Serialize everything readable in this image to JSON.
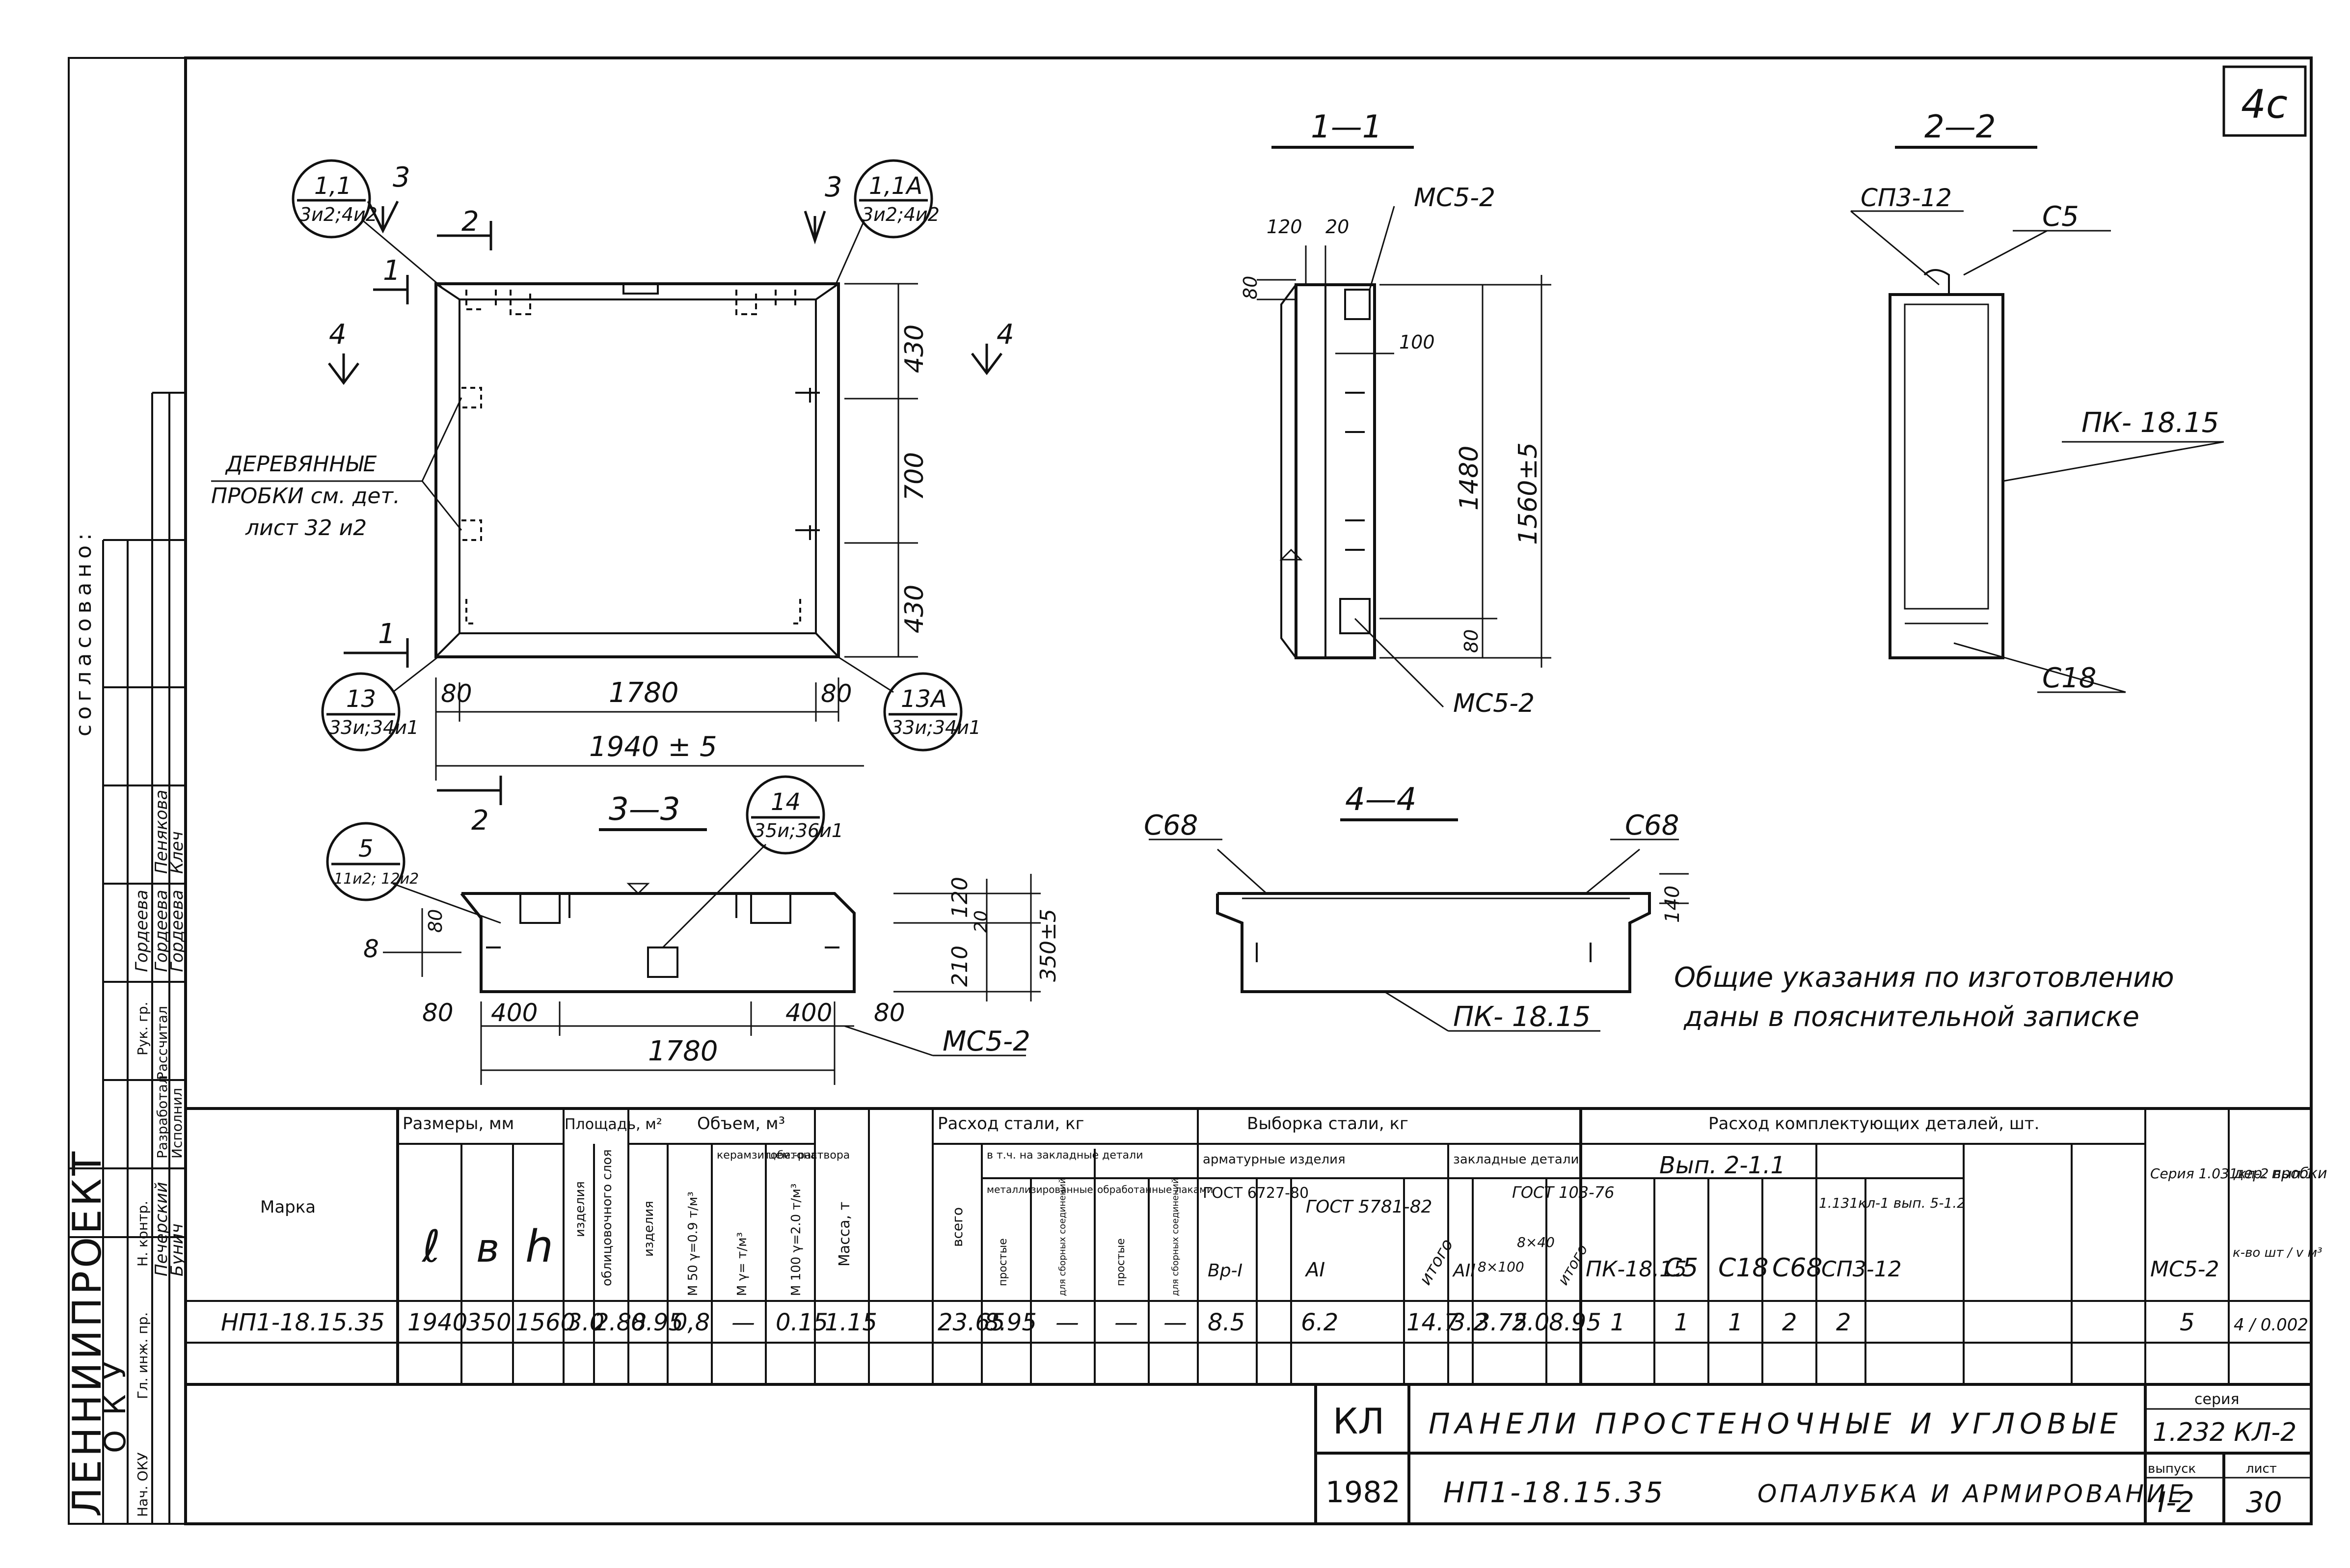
{
  "sheet_mark": "4с",
  "sections": {
    "s11": "1—1",
    "s22": "2—2",
    "s33": "3—3",
    "s44": "4—4"
  },
  "callouts": {
    "c11": {
      "top": "1,1",
      "bottom": "3и2;4и2"
    },
    "c11a": {
      "top": "1,1А",
      "bottom": "3и2;4и2"
    },
    "c13": {
      "top": "13",
      "bottom": "33и;34и1"
    },
    "c13a": {
      "top": "13А",
      "bottom": "33и;34и1"
    },
    "c5": {
      "top": "5",
      "bottom": "11и2; 12и2"
    },
    "c14": {
      "top": "14",
      "bottom": "35и;36и1"
    }
  },
  "section_marks": {
    "m1": "1",
    "m2": "2",
    "m3": "3",
    "m4": "4"
  },
  "plan_dims": {
    "d80l": "80",
    "d1780": "1780",
    "d80r": "80",
    "d1940": "1940 ± 5",
    "d430a": "430",
    "d700": "700",
    "d430b": "430"
  },
  "plan_note": {
    "line1": "ДЕРЕВЯННЫЕ",
    "line2": "ПРОБКИ см. дет.",
    "line3": "лист 32 и2"
  },
  "s11_labels": {
    "mc_top": "МС5-2",
    "mc_bot": "МС5-2",
    "d120": "120",
    "d20": "20",
    "d80a": "80",
    "d100": "100",
    "d1480": "1480",
    "d1560": "1560±5",
    "d80b": "80"
  },
  "s22_labels": {
    "sp3": "СП3-12",
    "c5": "С5",
    "pk": "ПК- 18.15",
    "c18": "С18"
  },
  "s33_labels": {
    "d8": "8",
    "d80a": "80",
    "d400a": "400",
    "d1780": "1780",
    "d400b": "400",
    "d80b": "80",
    "mc": "МС5-2",
    "d120": "120",
    "d20": "20",
    "d210": "210",
    "d350": "350±5",
    "d80v": "80"
  },
  "s44_labels": {
    "c68l": "С68",
    "c68r": "С68",
    "pk": "ПК- 18.15",
    "d140": "140"
  },
  "general_note": {
    "line1": "Общие указания по изготовлению",
    "line2": "даны в пояснительной записке"
  },
  "stamp_left": {
    "org": "ЛЕННИИПРОЕКТ",
    "dept": "ОКУ",
    "roles": [
      "Нач. ОКУ",
      "Гл. инж. пр.",
      "Н. контр.",
      "Рук. гр.",
      "Разработал",
      "Рассчитал",
      "Исполнил"
    ],
    "names": [
      "Печерский",
      "Бунич",
      "Гордеева",
      "Гордеева",
      "Гордеева",
      "Пенякова",
      "Клеч"
    ],
    "approve": "согласовано:"
  },
  "table": {
    "col_headers": {
      "marka": "Марка",
      "sizes": "Размеры, мм",
      "l": "ℓ",
      "b": "в",
      "h": "h",
      "area": "Площадь, м²",
      "area_item": "изделия",
      "area_face": "облицовочного слоя",
      "volume": "Объем, м³",
      "vol_item": "изделия",
      "vol_keram": "керамзитобетона",
      "vol_keram_a": "М 50 γ=0.9 т/м³",
      "vol_keram_b": "М γ= т/м³",
      "vol_cem": "цем.-раствора",
      "vol_cem_a": "М 100 γ=2.0 т/м³",
      "mass": "Масса, т",
      "steel": "Расход стали, кг",
      "steel_total": "всего",
      "steel_incl": "в т.ч. на закладные детали",
      "steel_metal": "металлизированные",
      "steel_metal_a": "простые",
      "steel_metal_b": "для сборных соединений",
      "steel_prot": "обработанные лаками",
      "steel_prot_a": "простые",
      "steel_prot_b": "для сборных соединений",
      "sample": "Выборка стали, кг",
      "arm": "арматурные изделия",
      "gost6727": "ГОСТ 6727-80",
      "vp1": "Вр-I",
      "gost5781": "ГОСТ 5781-82",
      "a1": "АI",
      "itogo1": "итого",
      "zakl": "закладные детали",
      "gost103": "ГОСТ 103-76",
      "a2": "АII",
      "b8x100": "8×100",
      "b8x40": "8×40",
      "itogo2": "итого",
      "compl": "Расход комплектующих деталей, шт.",
      "vyp": "Вып. 2-1.1",
      "pk": "ПК-18.15",
      "c5": "С5",
      "c18": "С18",
      "c68": "С68",
      "ser1": "1.131кл-1 вып. 5-1.2",
      "sp3": "СП3-12",
      "ser2": "Серия 1.031кл-2 вып.1",
      "mc": "МС5-2",
      "der": "дер. пробки",
      "der_unit": "к-во шт / v м³"
    },
    "row": {
      "marka": "НП1-18.15.35",
      "l": "1940",
      "b": "350",
      "h": "1560",
      "area_item": "3.0",
      "area_face": "2.88",
      "vol_item": "0.95",
      "vol_keram_a": "0,8",
      "vol_keram_b": "—",
      "vol_cem_a": "0.15",
      "mass": "1.15",
      "steel_total": "23.65",
      "steel_metal_a": "8.95",
      "steel_metal_b": "—",
      "steel_prot_a": "—",
      "steel_prot_b": "—",
      "vp1": "8.5",
      "a1": "6.2",
      "itogo1": "14.7",
      "a2": "3.2",
      "b8x100": "3.75",
      "b8x40": "2.0",
      "itogo2": "8.95",
      "pk": "1",
      "c5": "1",
      "c18": "1",
      "c68": "2",
      "sp3": "2",
      "mc": "5",
      "der": "4 / 0.002"
    }
  },
  "title_block": {
    "kl": "КЛ",
    "title": "ПАНЕЛИ ПРОСТЕНОЧНЫЕ И УГЛОВЫЕ",
    "series_label": "серия",
    "series": "1.232 КЛ-2",
    "year": "1982",
    "mark": "НП1-18.15.35",
    "subtitle": "ОПАЛУБКА И АРМИРОВАНИЕ",
    "issue_label": "выпуск",
    "issue": "I-2",
    "sheet_label": "лист",
    "sheet": "30"
  }
}
